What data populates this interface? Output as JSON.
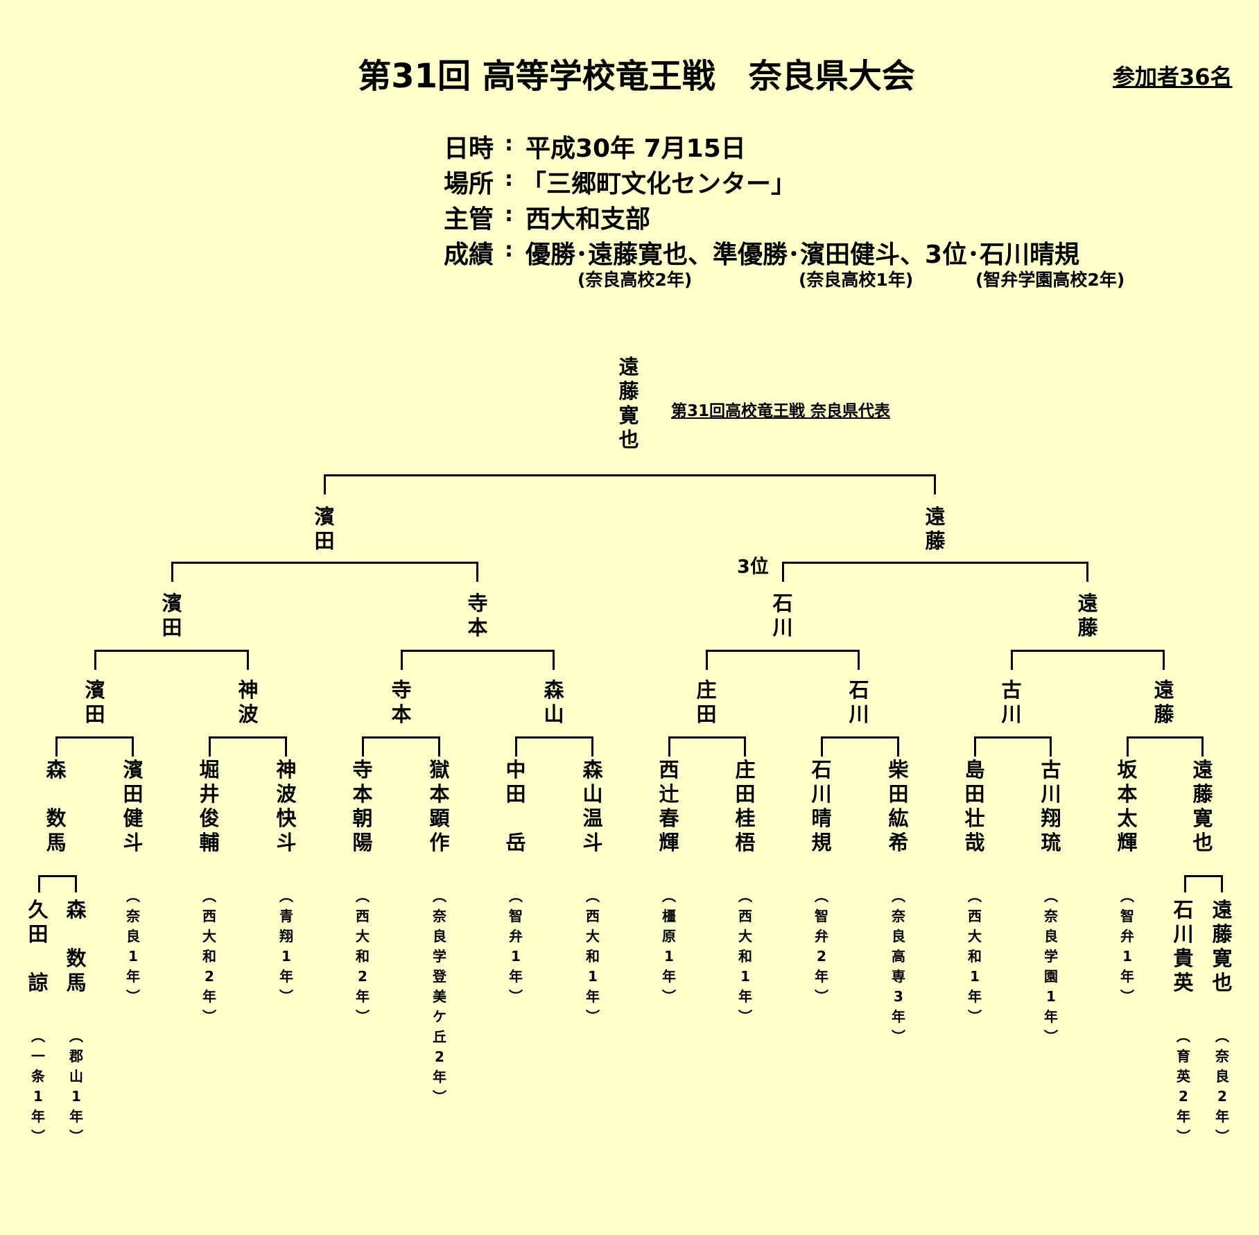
{
  "title": "第31回 高等学校竜王戦　奈良県大会",
  "participants": "参加者36名",
  "info": [
    {
      "label": "日時",
      "value": "平成30年 7月15日"
    },
    {
      "label": "場所",
      "value": "「三郷町文化センター」"
    },
    {
      "label": "主管",
      "value": "西大和支部"
    },
    {
      "label": "成績",
      "value": "優勝･遠藤寛也、準優勝･濱田健斗、3位･石川晴規"
    }
  ],
  "result_schools": [
    "(奈良高校2年)",
    "(奈良高校1年)",
    "(智弁学園高校2年)"
  ],
  "champion": "遠藤寛也",
  "champion_subtitle": "第31回高校竜王戦 奈良県代表",
  "third_place_label": "3位",
  "rounds": {
    "final": [
      "濱田",
      "遠藤"
    ],
    "semi": [
      "濱田",
      "寺本",
      "石川",
      "遠藤"
    ],
    "quarter": [
      "濱田",
      "神波",
      "寺本",
      "森山",
      "庄田",
      "石川",
      "古川",
      "遠藤"
    ]
  },
  "players": [
    {
      "name": "森　数馬",
      "school": ""
    },
    {
      "name": "濱田健斗",
      "school": "奈良1年"
    },
    {
      "name": "堀井俊輔",
      "school": "西大和2年"
    },
    {
      "name": "神波快斗",
      "school": "青翔1年"
    },
    {
      "name": "寺本朝陽",
      "school": "西大和2年"
    },
    {
      "name": "獄本顕作",
      "school": "奈良学登美ケ丘2年"
    },
    {
      "name": "中田　岳",
      "school": "智弁1年"
    },
    {
      "name": "森山温斗",
      "school": "西大和1年"
    },
    {
      "name": "西辻春輝",
      "school": "橿原1年"
    },
    {
      "name": "庄田桂梧",
      "school": "西大和1年"
    },
    {
      "name": "石川晴規",
      "school": "智弁2年"
    },
    {
      "name": "柴田紘希",
      "school": "奈良高専3年"
    },
    {
      "name": "島田壮哉",
      "school": "西大和1年"
    },
    {
      "name": "古川翔琉",
      "school": "奈良学園1年"
    },
    {
      "name": "坂本太輝",
      "school": "智弁1年"
    },
    {
      "name": "遠藤寛也",
      "school": ""
    }
  ],
  "preliminary": [
    {
      "name": "久田　諒",
      "school": "一条1年"
    },
    {
      "name": "森　数馬",
      "school": "郡山1年"
    },
    {
      "name": "石川貴英",
      "school": "育英2年"
    },
    {
      "name": "遠藤寛也",
      "school": "奈良2年"
    }
  ]
}
